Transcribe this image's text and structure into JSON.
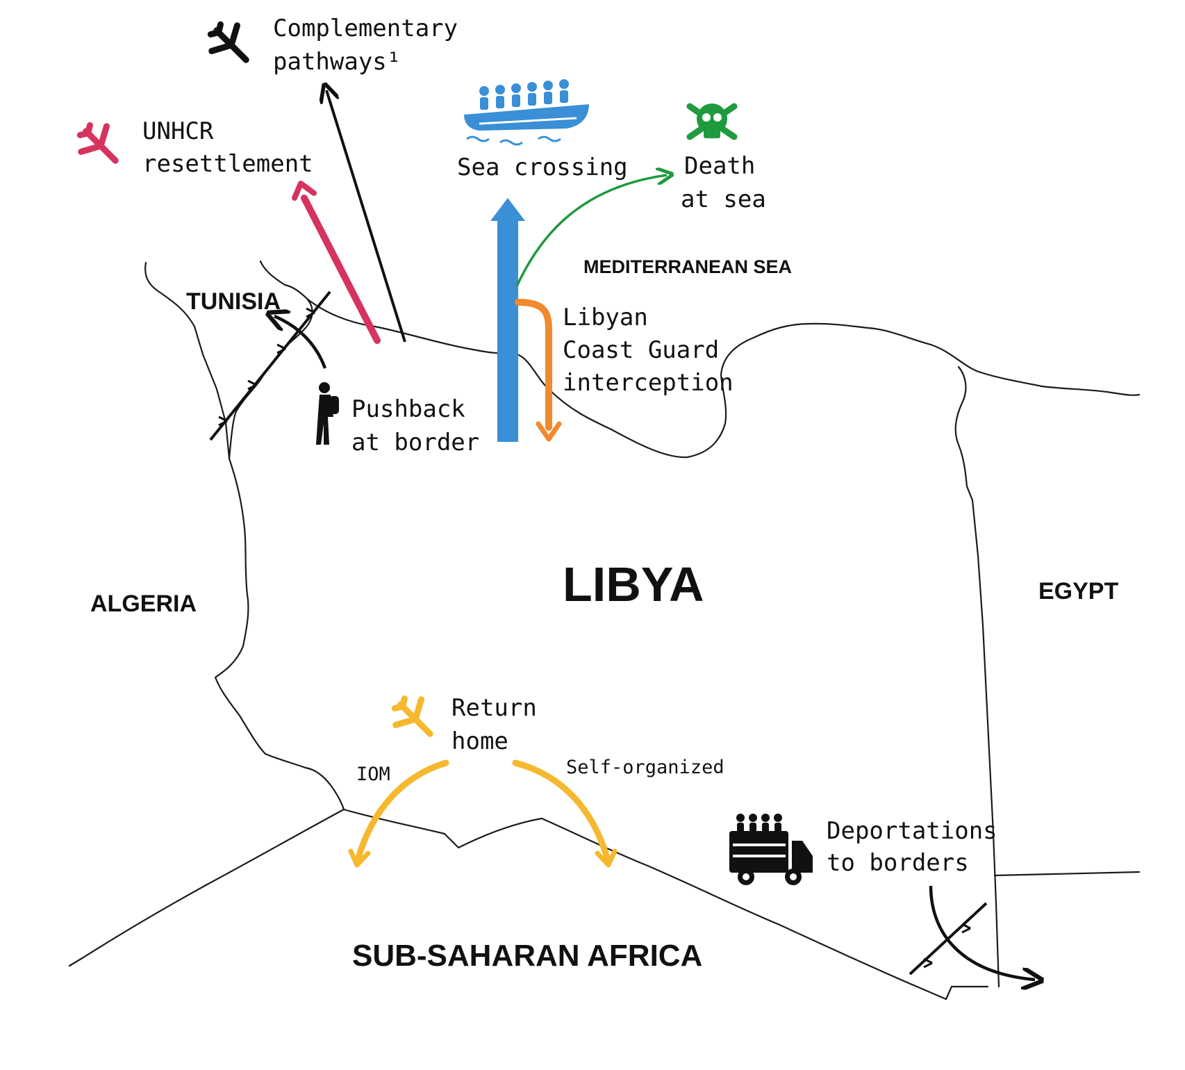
{
  "countries": {
    "tunisia": "TUNISIA",
    "algeria": "ALGERIA",
    "libya": "LIBYA",
    "egypt": "EGYPT",
    "sea": "MEDITERRANEAN SEA",
    "subsaharan": "SUB-SAHARAN AFRICA"
  },
  "routes": {
    "complementary": {
      "line1": "Complementary",
      "line2": "pathways¹",
      "color": "#111111",
      "icon": "airplane-icon"
    },
    "unhcr": {
      "line1": "UNHCR",
      "line2": "resettlement",
      "color": "#d6335e",
      "icon": "airplane-icon"
    },
    "sea_crossing": {
      "label": "Sea crossing",
      "color": "#3a8fd6",
      "icon": "boat-icon"
    },
    "death": {
      "line1": "Death",
      "line2": "at sea",
      "color": "#1f9a3f",
      "icon": "skull-crossbones-icon"
    },
    "coast_guard": {
      "line1": "Libyan",
      "line2": "Coast Guard",
      "line3": "interception",
      "color": "#f08a2c"
    },
    "pushback": {
      "line1": "Pushback",
      "line2": "at border",
      "icon": "walking-person-icon"
    },
    "return_home": {
      "line1": "Return",
      "line2": "home",
      "color": "#f5b82e",
      "icon": "airplane-icon",
      "left": "IOM",
      "right": "Self-organized"
    },
    "deportations": {
      "line1": "Deportations",
      "line2": "to borders",
      "icon": "truck-icon"
    }
  }
}
